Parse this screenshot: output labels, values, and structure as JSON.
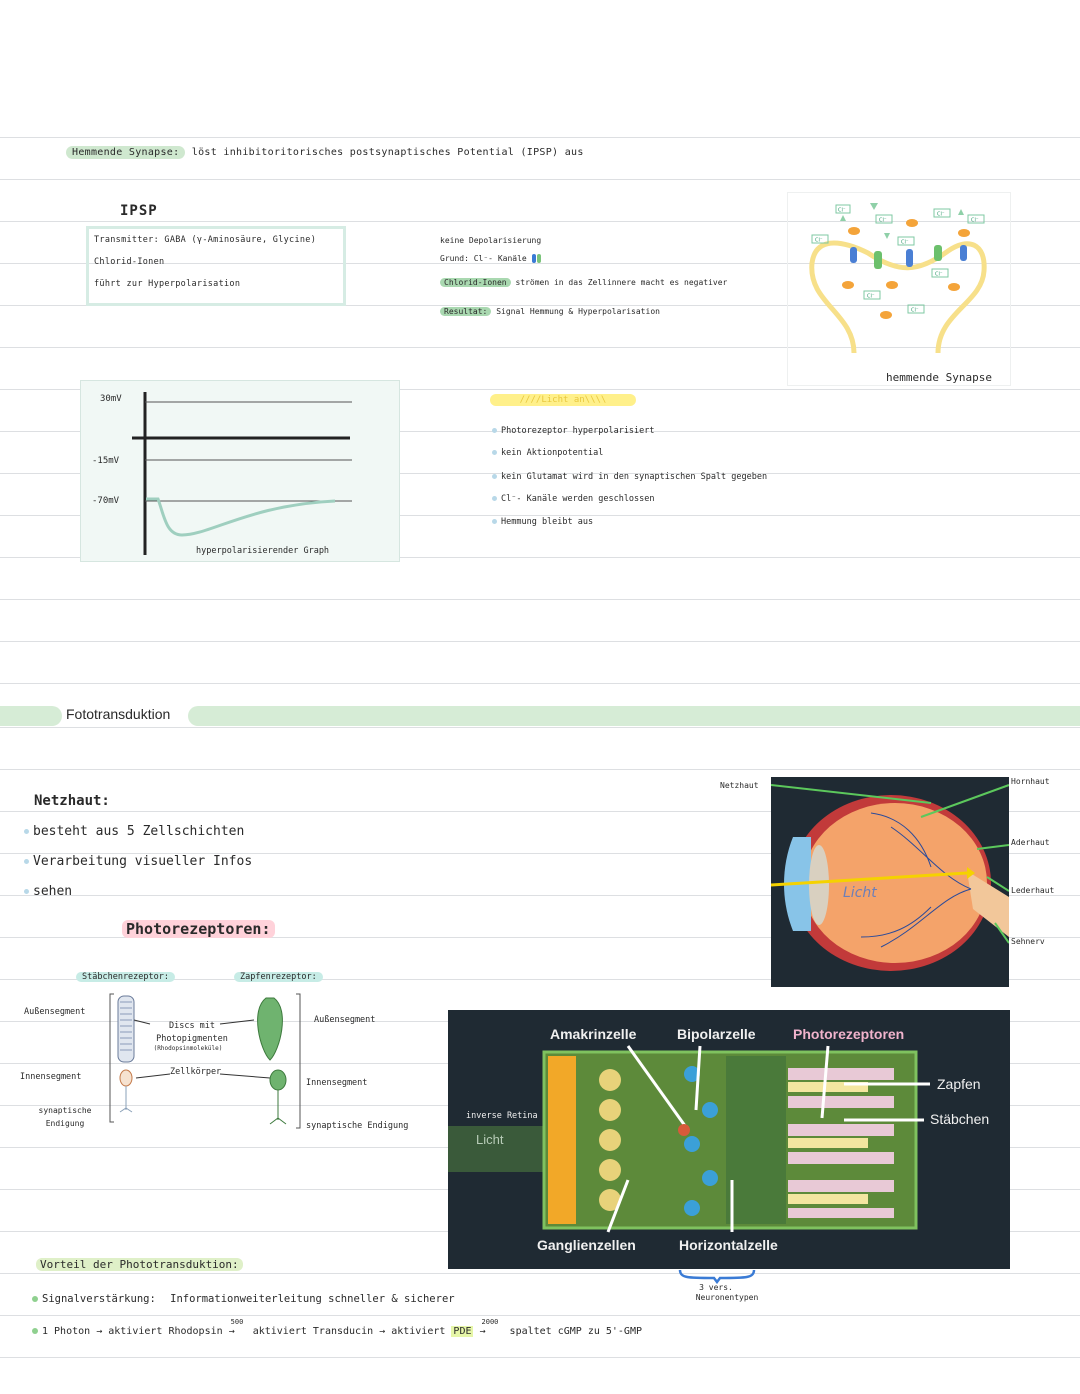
{
  "header": {
    "label": "Hemmende Synapse:",
    "text": "löst inhibitoritorisches postsynaptisches Potential (IPSP) aus"
  },
  "ipsp": {
    "title": "IPSP",
    "box_lines": [
      "Transmitter: GABA (γ-Aminosäure, Glycine)",
      "Chlorid-Ionen",
      "führt zur Hyperpolarisation"
    ],
    "right_lines": {
      "l1": "keine Depolarisierung",
      "l2_label": "Grund:",
      "l2_text": "Cl⁻- Kanäle",
      "l3_label": "Chlorid-Ionen",
      "l3_text": "strömen in das Zellinnere macht es negativer",
      "l4_label": "Resultat:",
      "l4_text": "Signal Hemmung & Hyperpolarisation"
    },
    "synapse_caption": "hemmende Synapse",
    "synapse_ion_label": "Cl⁻"
  },
  "graph": {
    "ticks": [
      "30mV",
      "-15mV",
      "-70mV"
    ],
    "caption": "hyperpolarisierender Graph"
  },
  "licht": {
    "highlight": "////Licht an\\\\\\\\",
    "items": [
      "Photorezeptor hyperpolarisiert",
      "kein Aktionpotential",
      "kein Glutamat wird in den synaptischen Spalt gegeben",
      "Cl⁻- Kanäle werden geschlossen",
      "Hemmung bleibt aus"
    ]
  },
  "section": {
    "title": "Fototransduktion"
  },
  "netzhaut": {
    "title": "Netzhaut:",
    "items": [
      "besteht aus 5 Zellschichten",
      "Verarbeitung visueller Infos",
      "sehen"
    ],
    "photo_title": "Photorezeptoren:"
  },
  "eye": {
    "labels": {
      "netzhaut": "Netzhaut",
      "hornhaut": "Hornhaut",
      "aderhaut": "Aderhaut",
      "lederhaut": "Lederhaut",
      "sehnerv": "Sehnerv",
      "licht": "Licht"
    }
  },
  "receptors": {
    "rod_title": "Stäbchenrezeptor:",
    "cone_title": "Zapfenrezeptor:",
    "left_labels": [
      "Außensegment",
      "Innensegment",
      "synaptische Endigung"
    ],
    "mid_labels": [
      "Discs mit Photopigmenten",
      "(Rhodopsinmoleküle)",
      "Zellkörper"
    ],
    "right_labels": [
      "Außensegment",
      "Innensegment",
      "synaptische Endigung"
    ]
  },
  "retina": {
    "top": [
      "Amakrinzelle",
      "Bipolarzelle",
      "Photorezeptoren"
    ],
    "right": [
      "Zapfen",
      "Stäbchen"
    ],
    "bottom": [
      "Ganglienzellen",
      "Horizontalzelle"
    ],
    "left_label": "inverse Retina",
    "licht": "Licht",
    "brace_note_1": "3 vers.",
    "brace_note_2": "Neuronentypen"
  },
  "vorteil": {
    "title": "Vorteil der Phototransduktion:",
    "line1_label": "Signalverstärkung:",
    "line1_text": "Informationweiterleitung schneller & sicherer",
    "line2": {
      "a": "1 Photon",
      "b": "aktiviert Rhodopsin",
      "n500": "500",
      "c": "aktiviert Transducin",
      "d": "aktiviert",
      "pde": "PDE",
      "n2000": "2000",
      "e": "spaltet cGMP zu 5'-GMP"
    }
  }
}
